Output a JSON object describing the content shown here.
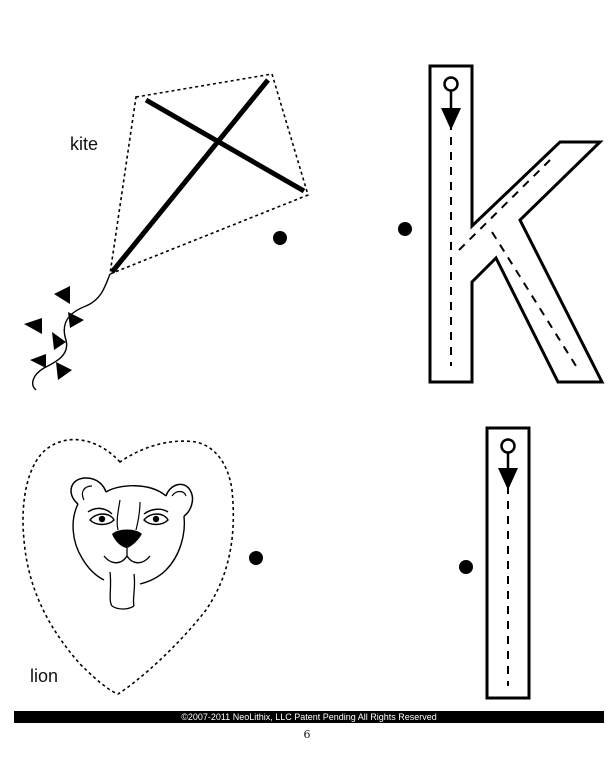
{
  "worksheet": {
    "row1": {
      "word": "kite",
      "letter": "k"
    },
    "row2": {
      "word": "lion",
      "letter": "l"
    }
  },
  "icons": [
    "kite-icon",
    "lion-icon",
    "letter-k-tracing-icon",
    "letter-l-tracing-icon",
    "dot-icon"
  ],
  "footer": {
    "copyright": "©2007-2011  NeoLithix, LLC  Patent Pending  All Rights Reserved",
    "page_number": "6"
  },
  "colors": {
    "ink": "#000000",
    "background": "#ffffff"
  }
}
